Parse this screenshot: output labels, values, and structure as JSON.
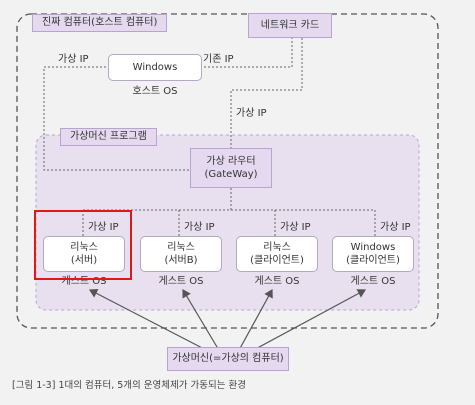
{
  "host_area_label": "진짜 컴퓨터(호스트 컴퓨터)",
  "nic_label": "네트워크 카드",
  "host_os": {
    "box_label": "Windows",
    "caption": "호스트 OS",
    "virtual_ip_label": "가상 IP",
    "real_ip_label": "기존 IP"
  },
  "vm_program_label": "가상머신 프로그램",
  "router": {
    "line1": "가상 라우터",
    "line2": "(GateWay)",
    "uplink_ip_label": "가상 IP"
  },
  "guests": [
    {
      "line1": "리눅스",
      "line2": "(서버)",
      "ip_label": "가상 IP",
      "os_label": "게스트 OS"
    },
    {
      "line1": "리눅스",
      "line2": "(서버B)",
      "ip_label": "가상 IP",
      "os_label": "게스트 OS"
    },
    {
      "line1": "리눅스",
      "line2": "(클라이언트)",
      "ip_label": "가상 IP",
      "os_label": "게스트 OS"
    },
    {
      "line1": "Windows",
      "line2": "(클라이언트)",
      "ip_label": "가상 IP",
      "os_label": "게스트 OS"
    }
  ],
  "vm_label": "가상머신(=가상의 컴퓨터)",
  "figure_caption": "[그림 1-3] 1대의 컴퓨터, 5개의 운영체제가 가동되는 환경",
  "colors": {
    "area_border": "#555555",
    "purple_fill": "#e4d9ef",
    "highlight": "#e01818"
  }
}
